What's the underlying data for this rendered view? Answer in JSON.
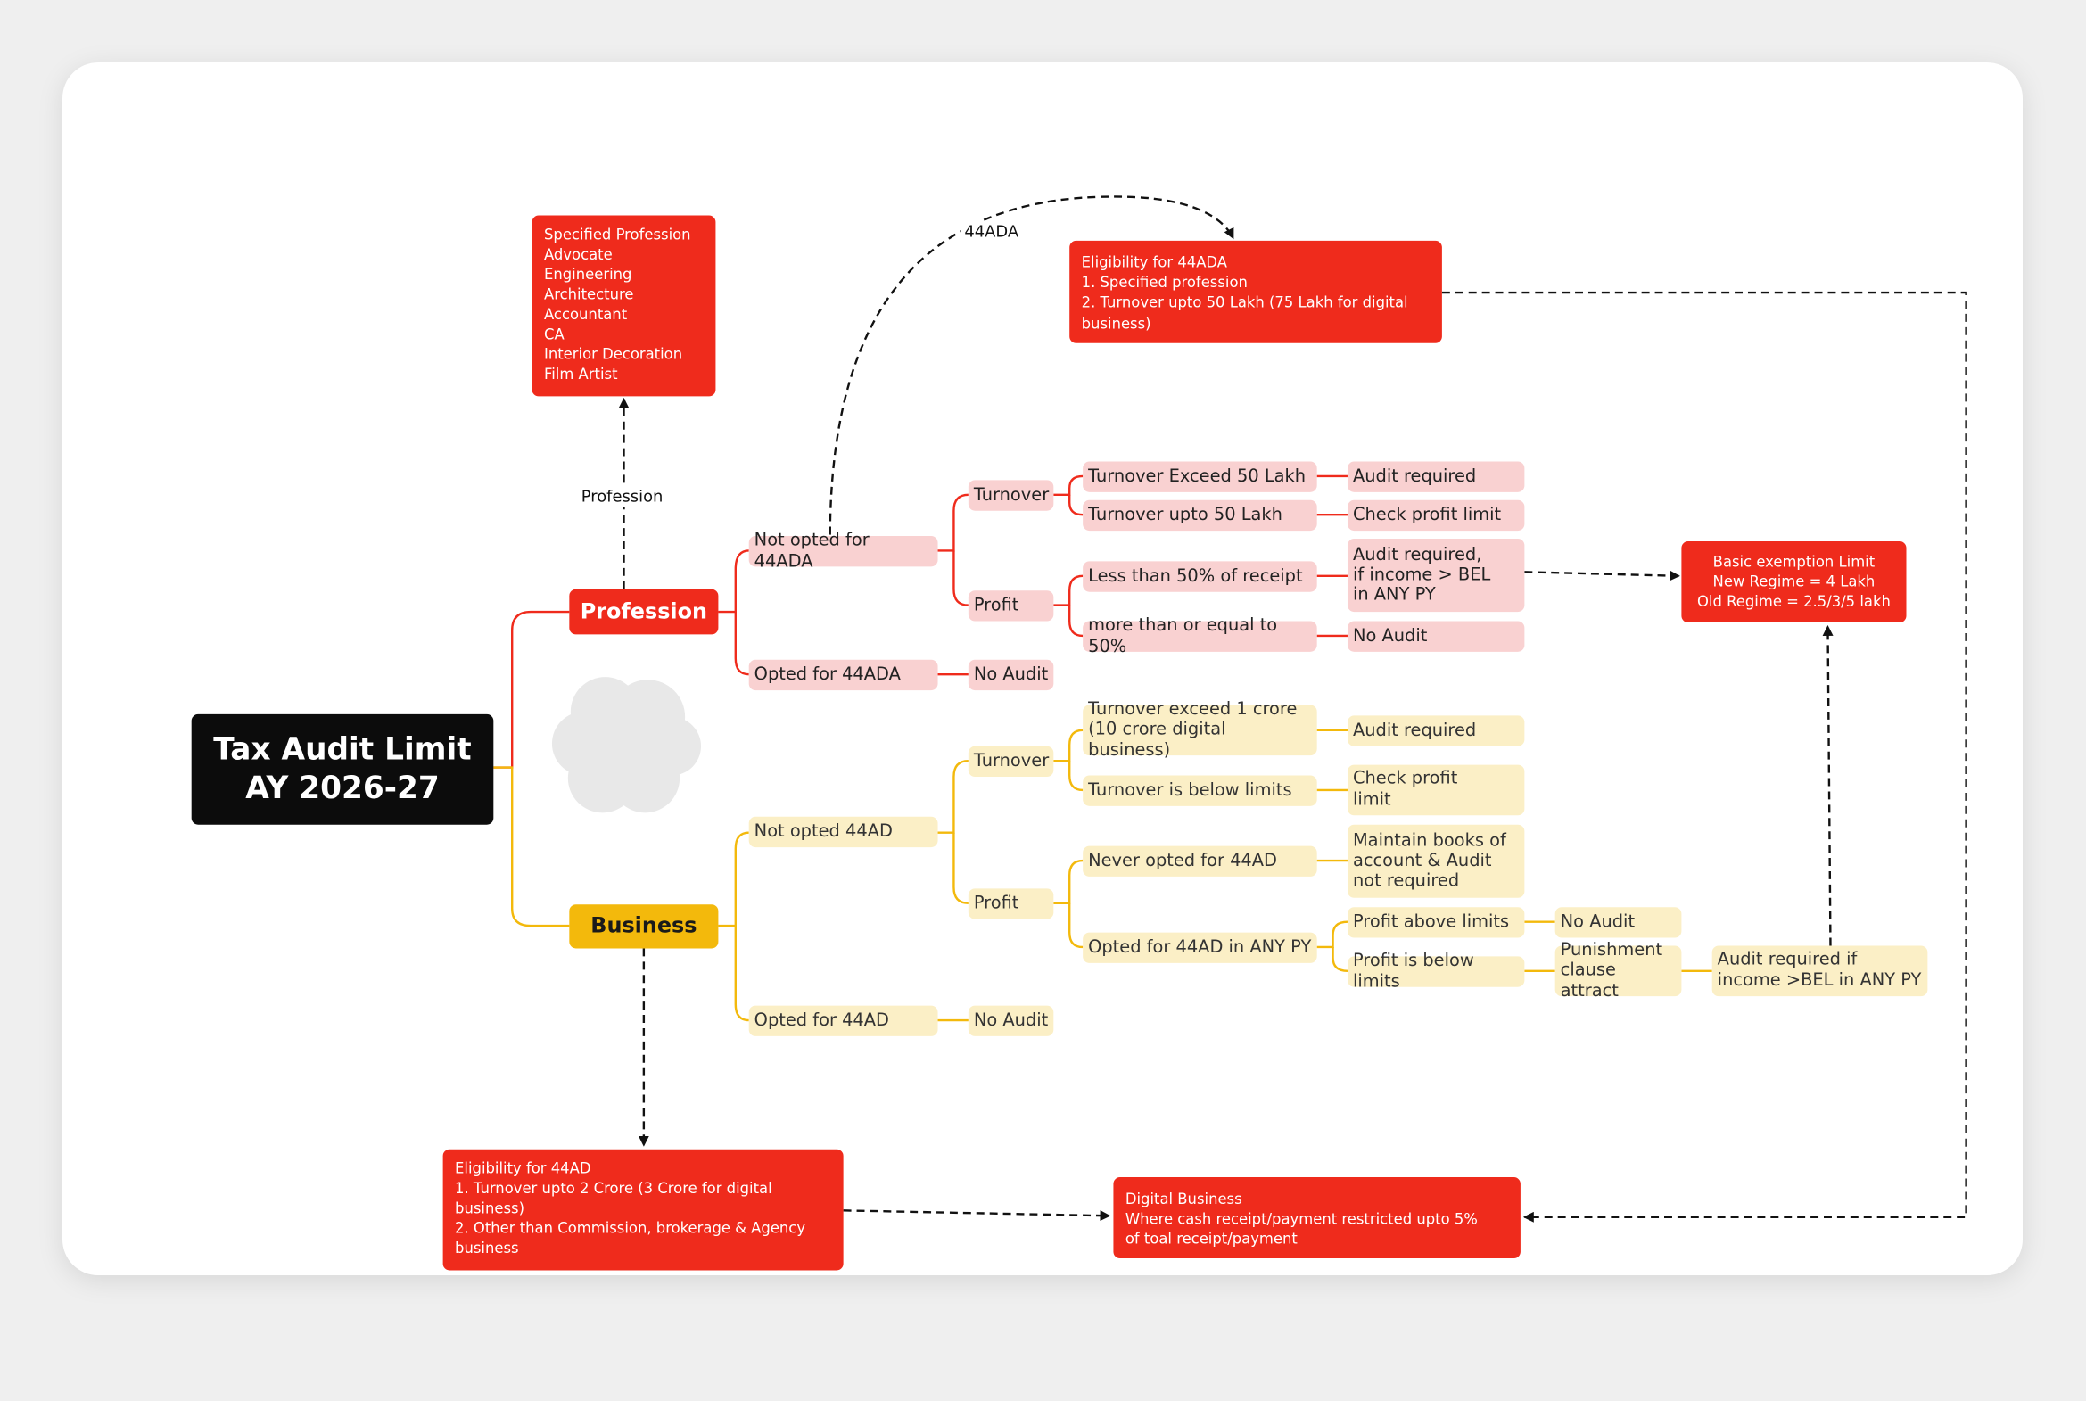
{
  "colors": {
    "profession_branch": "#ef2b1c",
    "business_branch": "#f3b90c",
    "root": "#0c0c0c",
    "profession_pill": "#f9d1d1",
    "business_pill": "#fbefc6",
    "connector_dashed": "#111111"
  },
  "root": {
    "title": "Tax Audit Limit\nAY 2026-27"
  },
  "profession": {
    "label": "Profession",
    "profession_link_label": "Profession",
    "specified_profession_list": "Specified Profession\nAdvocate\nEngineering\nArchitecture\nAccountant\nCA\nInterior Decoration\nFilm Artist",
    "link_44ada_label": "44ADA",
    "eligibility_44ada": "Eligibility for 44ADA\n1. Specified profession\n2. Turnover upto 50 Lakh (75 Lakh for digital business)",
    "not_opted": "Not opted for 44ADA",
    "opted": "Opted for 44ADA",
    "opted_result": "No Audit",
    "turnover": "Turnover",
    "profit": "Profit",
    "turnover_exceed": "Turnover Exceed 50 Lakh",
    "turnover_exceed_result": "Audit required",
    "turnover_upto": "Turnover upto 50 Lakh",
    "turnover_upto_result": "Check profit limit",
    "profit_less": "Less than 50% of receipt",
    "profit_less_result": "Audit required,\nif income > BEL\nin ANY PY",
    "profit_more": "more than or equal to 50%",
    "profit_more_result": "No Audit"
  },
  "business": {
    "label": "Business",
    "eligibility_44ad": "Eligibility for 44AD\n1. Turnover upto 2 Crore (3 Crore for digital business)\n2. Other than Commission, brokerage & Agency business",
    "not_opted": "Not opted 44AD",
    "opted": "Opted for 44AD",
    "opted_result": "No Audit",
    "turnover": "Turnover",
    "profit": "Profit",
    "turnover_exceed": "Turnover exceed 1 crore\n(10 crore digital business)",
    "turnover_exceed_result": "Audit required",
    "turnover_below": "Turnover is below limits",
    "turnover_below_result": "Check profit\nlimit",
    "never_opted": "Never opted for 44AD",
    "never_opted_result": "Maintain books of\naccount & Audit\nnot required",
    "opted_any_py": "Opted for 44AD in ANY PY",
    "profit_above": "Profit above limits",
    "profit_above_result": "No Audit",
    "profit_below": "Profit is below limits",
    "punishment": "Punishment\nclause attract",
    "audit_if_bel": "Audit required if\nincome >BEL in ANY PY"
  },
  "bel_box": "Basic exemption Limit\nNew Regime = 4 Lakh\nOld Regime = 2.5/3/5 lakh",
  "digital_box": "Digital Business\nWhere cash receipt/payment restricted upto 5%\nof toal receipt/payment"
}
